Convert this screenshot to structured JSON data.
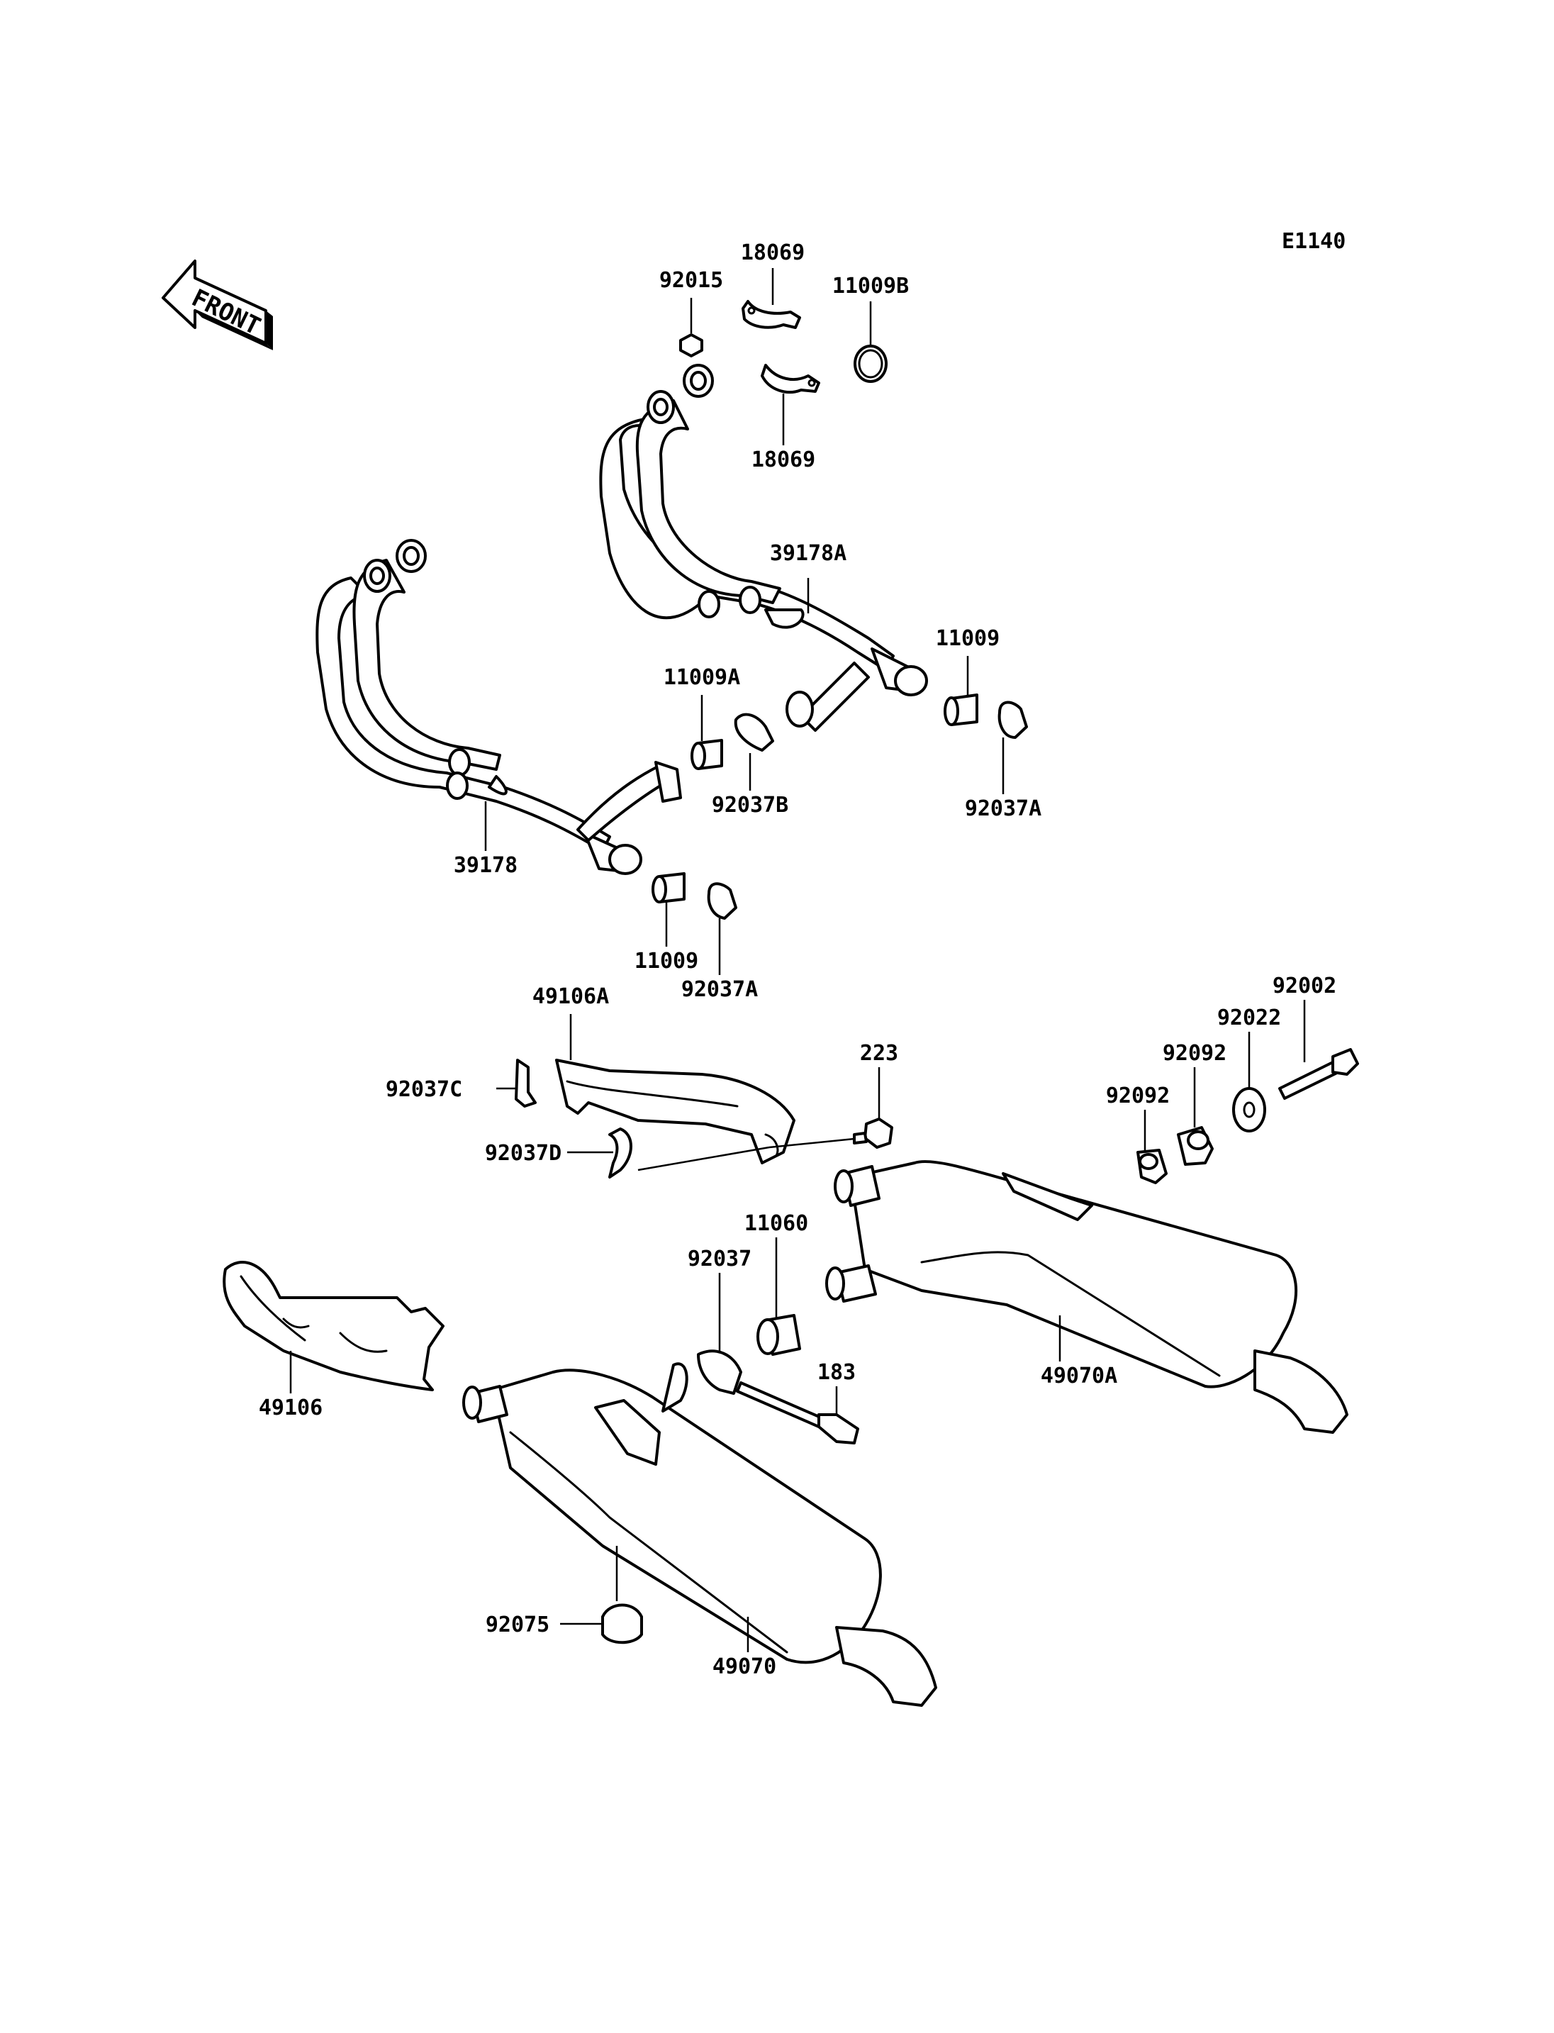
{
  "diagram_code": "E1140",
  "front_arrow": {
    "text": "FRONT",
    "icon": "front-direction-arrow-icon"
  },
  "colors": {
    "line": "#000000",
    "background": "#ffffff"
  },
  "labels": {
    "p92015": "92015",
    "p18069_top": "18069",
    "p11009B": "11009B",
    "p18069_bottom": "18069",
    "p39178A": "39178A",
    "p11009_right": "11009",
    "p11009A": "11009A",
    "p92037B": "92037B",
    "p92037A_right": "92037A",
    "p39178": "39178",
    "p11009_left": "11009",
    "p92037A_left": "92037A",
    "p49106A": "49106A",
    "p223": "223",
    "p92002": "92002",
    "p92022": "92022",
    "p92092_upper": "92092",
    "p92092_lower": "92092",
    "p92037C": "92037C",
    "p92037D": "92037D",
    "p11060": "11060",
    "p92037": "92037",
    "p183": "183",
    "p49070A": "49070A",
    "p49106": "49106",
    "p92075": "92075",
    "p49070": "49070"
  }
}
